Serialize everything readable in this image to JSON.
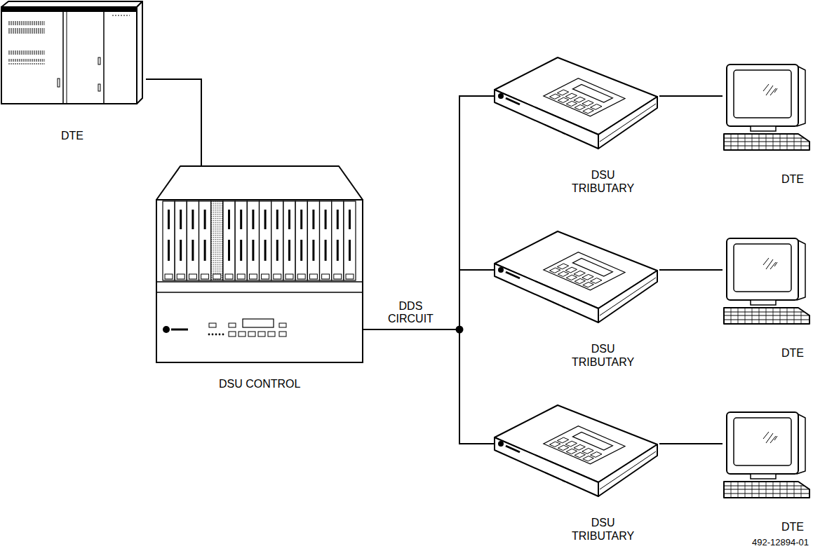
{
  "diagram": {
    "nodes": [
      {
        "text": [
          "DTE"
        ]
      },
      {
        "text": [
          "DSU CONTROL"
        ]
      },
      {
        "text": [
          "DSU TRIBUTARY"
        ]
      },
      {
        "text": [
          "DTE"
        ]
      },
      {
        "text": [
          "DSU TRIBUTARY"
        ]
      },
      {
        "text": [
          "DTE"
        ]
      },
      {
        "text": [
          "DSU TRIBUTARY"
        ]
      },
      {
        "text": [
          "DTE"
        ]
      }
    ],
    "edges": [
      {
        "from": 0,
        "to": 1,
        "arrow": "none"
      },
      {
        "from": 1,
        "to": 2,
        "arrow": "none"
      },
      {
        "from": 1,
        "to": 4,
        "arrow": "none"
      },
      {
        "from": 1,
        "to": 6,
        "arrow": "none"
      },
      {
        "from": 2,
        "to": 3,
        "arrow": "none"
      },
      {
        "from": 4,
        "to": 5,
        "arrow": "none"
      },
      {
        "from": 6,
        "to": 7,
        "arrow": "none"
      }
    ],
    "labels": [
      "DDS CIRCUIT",
      "492-12894-01"
    ]
  }
}
